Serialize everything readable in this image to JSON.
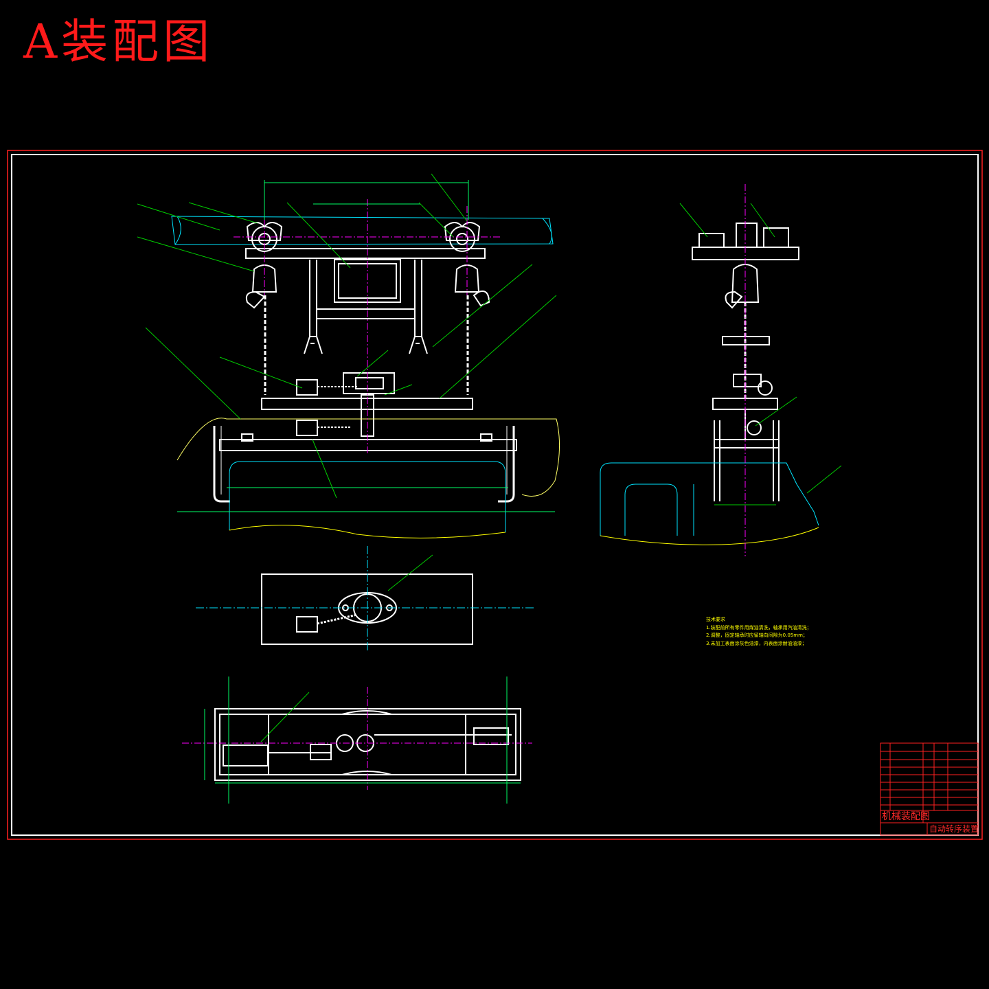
{
  "title": "A装配图",
  "technical_notes": {
    "heading": "技术要求",
    "items": [
      "1.装配前所有零件用煤油清洗，轴承用汽油清洗；",
      "2.调整，固定轴承时应留轴向间隙为0.05mm；",
      "3.未加工表面涂灰色油漆，内表面涂耐油油漆；"
    ]
  },
  "title_block": {
    "drawing_name": "机械装配图",
    "product_name": "自动转序装置"
  },
  "colors": {
    "background": "#000000",
    "frame": "#ffffff",
    "outer_frame": "#ff2020",
    "title": "#ff1a1a",
    "leader": "#00cc00",
    "centerline": "#ff00ff",
    "hidden": "#00e5ff",
    "notes": "#ffff00"
  }
}
